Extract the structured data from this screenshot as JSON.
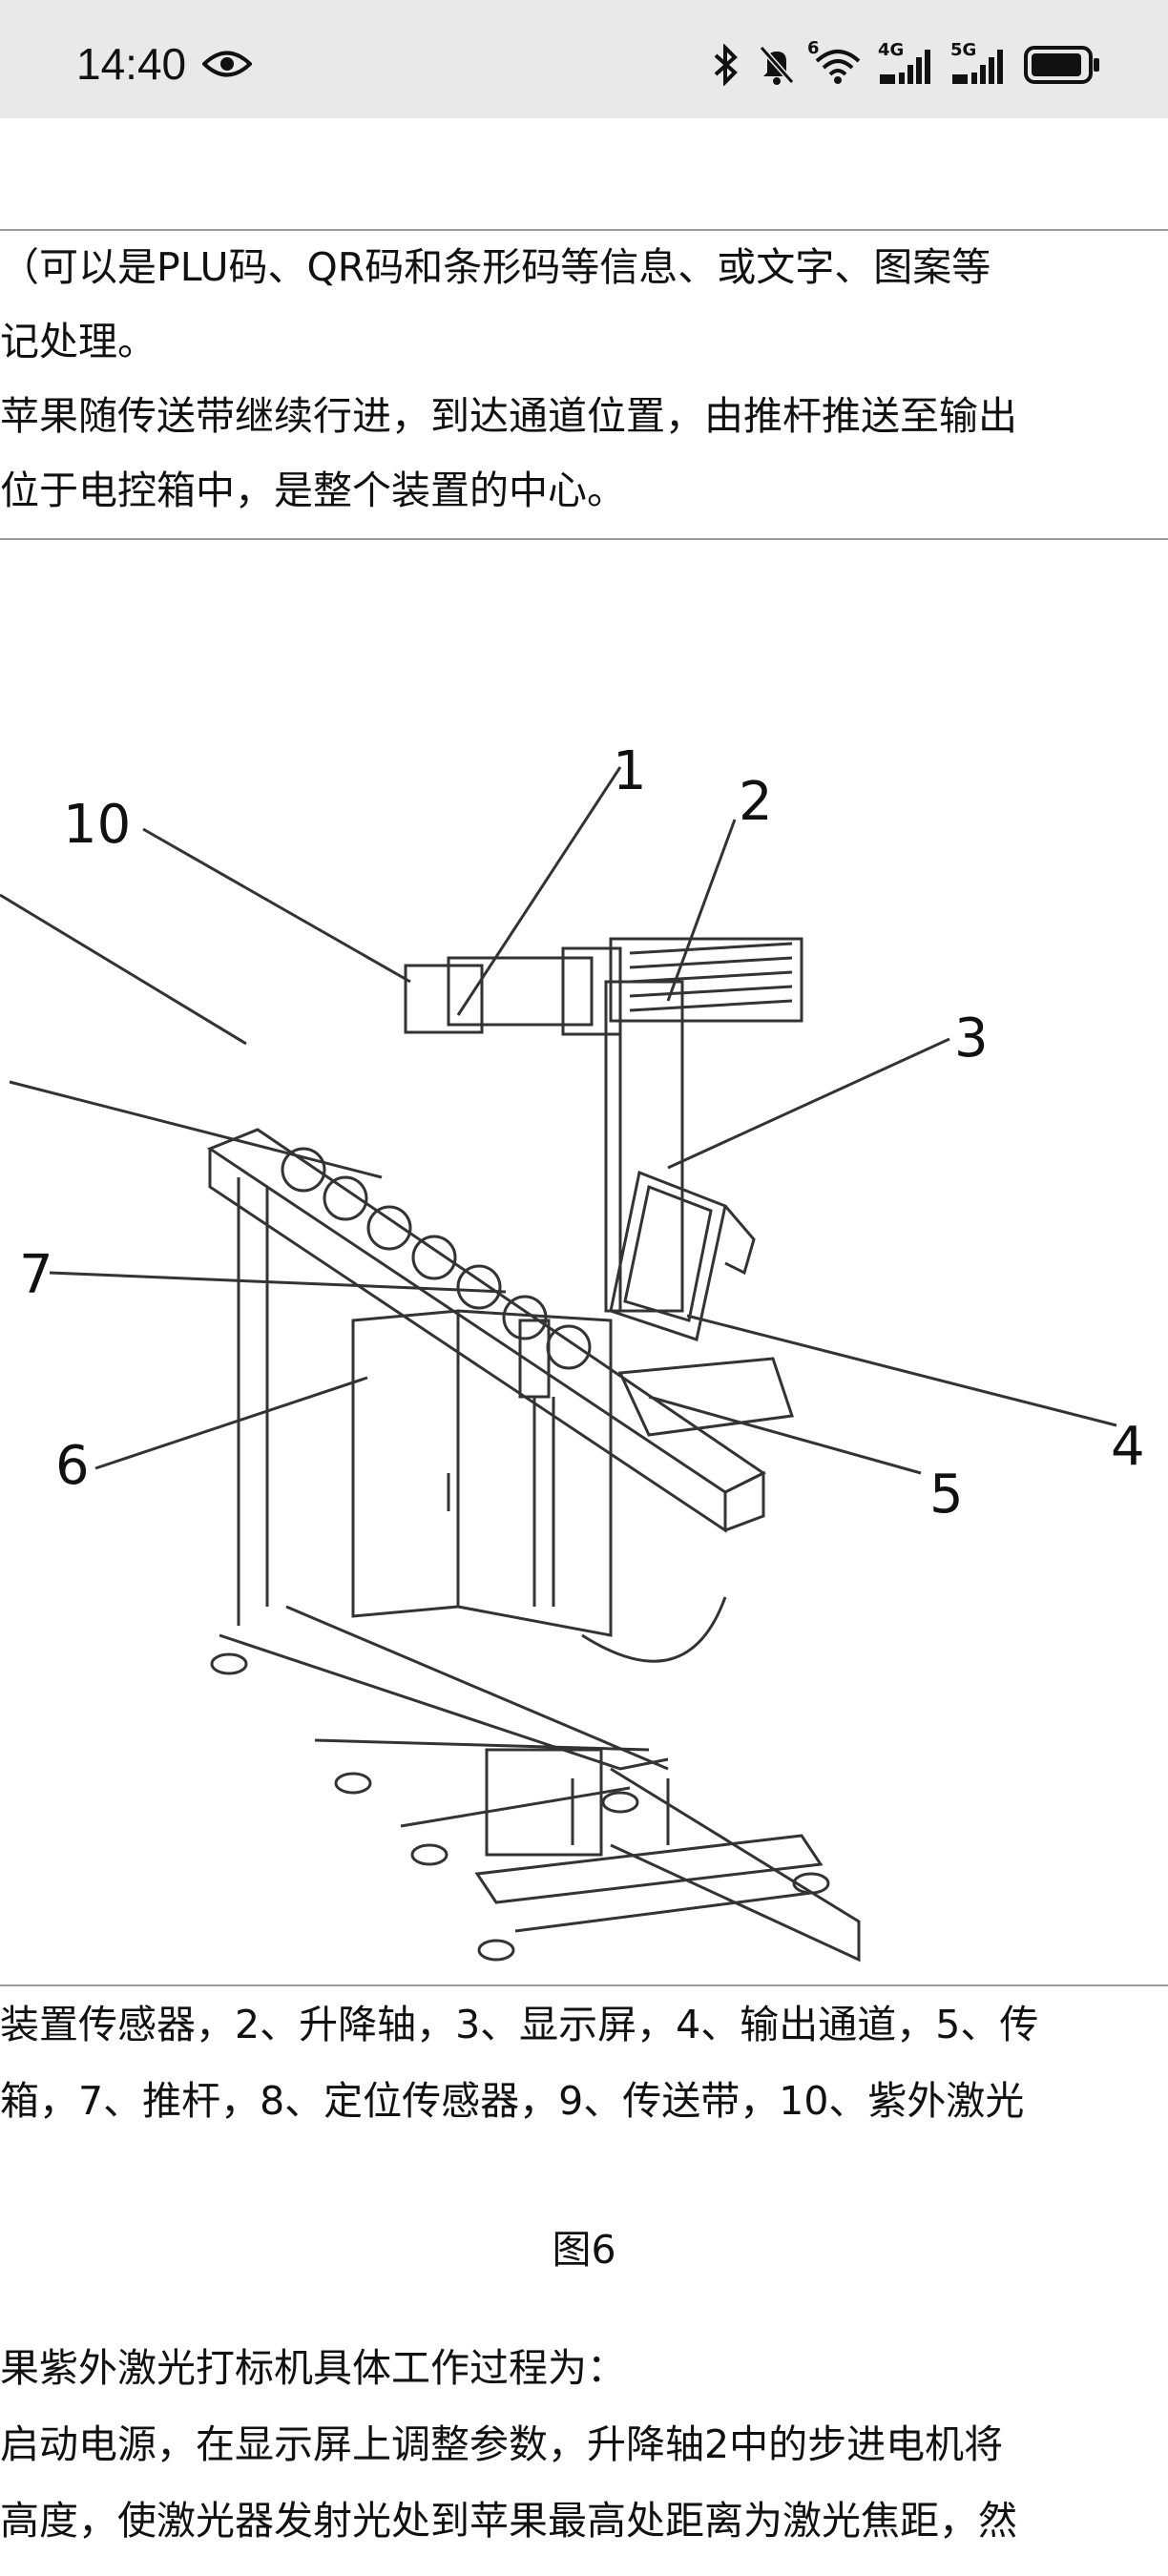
{
  "status_bar": {
    "time": "14:40",
    "icons": [
      "eye-icon",
      "bluetooth-icon",
      "mute-icon",
      "wifi-icon",
      "signal-4g-icon",
      "signal-5g-icon",
      "battery-icon"
    ],
    "wifi_badge": "6",
    "net1_badge": "4G",
    "net2_badge": "5G"
  },
  "paragraphs": {
    "top": [
      "（可以是PLU码、QR码和条形码等信息、或文字、图案等",
      "记处理。",
      "苹果随传送带继续行进，到达通道位置，由推杆推送至输出",
      "位于电控箱中，是整个装置的中心。"
    ],
    "legend": [
      "装置传感器，2、升降轴，3、显示屏，4、输出通道，5、传",
      "箱，7、推杆，8、定位传感器，9、传送带，10、紫外激光"
    ],
    "caption": "图6",
    "bottom": [
      "果紫外激光打标机具体工作过程为：",
      "启动电源，在显示屏上调整参数，升降轴2中的步进电机将",
      "高度，使激光器发射光处到苹果最高处距离为激光焦距，然"
    ]
  },
  "figure": {
    "labels": [
      "1",
      "2",
      "3",
      "4",
      "5",
      "6",
      "7",
      "10"
    ]
  },
  "colors": {
    "status_bg": "#e9e9e9",
    "line_art": "#333333",
    "rule": "#9a9a9a"
  }
}
